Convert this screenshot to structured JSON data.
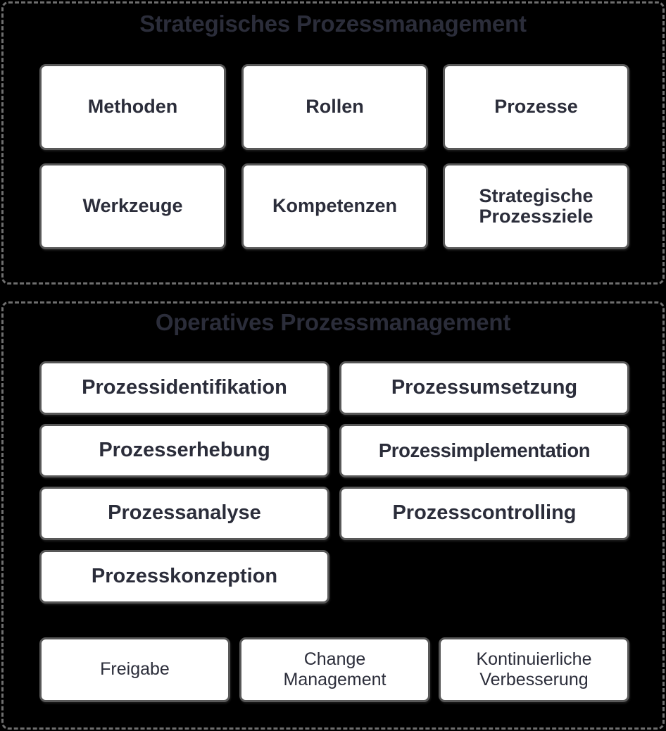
{
  "diagram": {
    "background_color": "#000000",
    "card_fill_color": "#ffffff",
    "card_border_color": "#585858",
    "text_color": "#2b2d3a",
    "section_border_color": "#6e6e6e",
    "sections": [
      {
        "id": "strategic",
        "title": "Strategisches Prozessmanagement",
        "cards": [
          {
            "label": "Methoden"
          },
          {
            "label": "Rollen"
          },
          {
            "label": "Prozesse"
          },
          {
            "label": "Werkzeuge"
          },
          {
            "label": "Kompetenzen"
          },
          {
            "label_line1": "Strategische",
            "label_line2": "Prozessziele"
          }
        ]
      },
      {
        "id": "operational",
        "title": "Operatives Prozessmanagement",
        "cards": [
          {
            "label": "Prozessidentifikation"
          },
          {
            "label": "Prozessumsetzung"
          },
          {
            "label": "Prozesserhebung"
          },
          {
            "label": "Prozessimplementation"
          },
          {
            "label": "Prozessanalyse"
          },
          {
            "label": "Prozesscontrolling"
          },
          {
            "label": "Prozesskonzeption"
          }
        ],
        "support_cards": [
          {
            "label": "Freigabe"
          },
          {
            "label_line1": "Change",
            "label_line2": "Management"
          },
          {
            "label_line1": "Kontinuierliche",
            "label_line2": "Verbesserung"
          }
        ]
      }
    ]
  }
}
